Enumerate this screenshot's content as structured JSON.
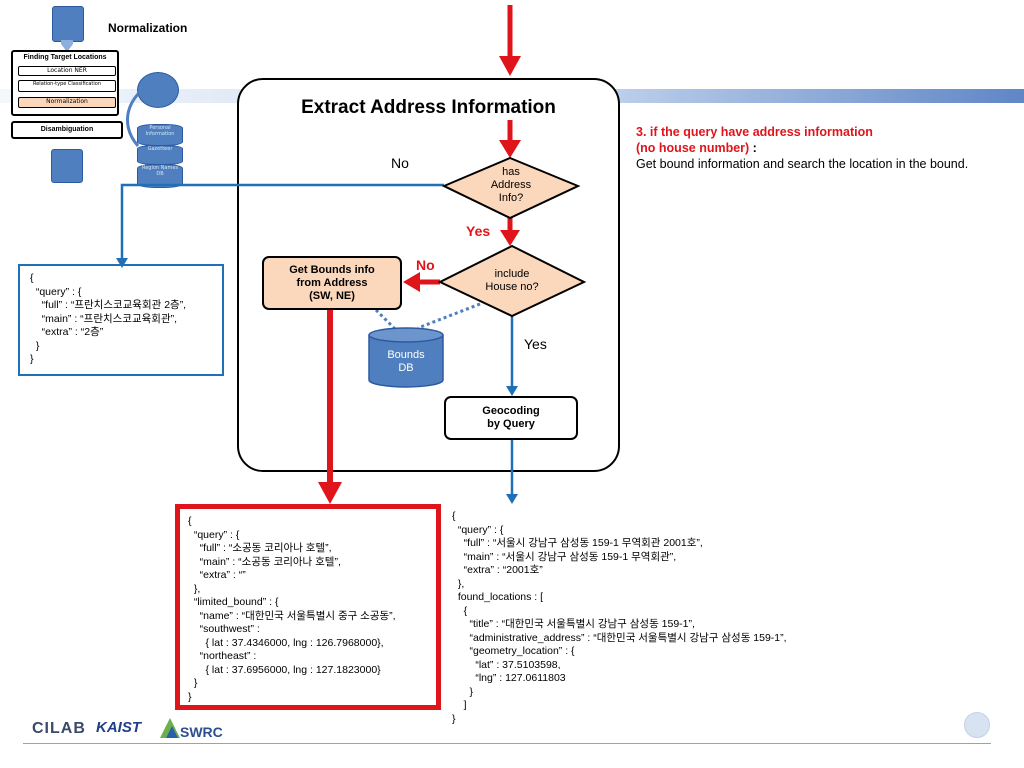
{
  "header": {
    "title": "Normalization"
  },
  "mini_pipeline": {
    "title": "Finding Target Locations",
    "items": [
      "Location NER",
      "Relation-type Classification",
      "Normalization"
    ],
    "disambiguation": "Disambiguation",
    "db_labels": [
      "Personal Information",
      "Gazetteer",
      "Region Names DB"
    ]
  },
  "panel": {
    "title": "Extract Address Information"
  },
  "flow": {
    "decision1": [
      "has",
      "Address",
      "Info?"
    ],
    "decision2": [
      "include",
      "House no?"
    ],
    "label_no_top": "No",
    "label_yes_mid": "Yes",
    "label_no_mid": "No",
    "label_yes_bottom": "Yes",
    "bounds_box": [
      "Get Bounds info",
      "from Address",
      "(SW, NE)"
    ],
    "bounds_db": [
      "Bounds",
      "DB"
    ],
    "geocoding": [
      "Geocoding",
      "by Query"
    ]
  },
  "note": {
    "heading_line1": "3. if the query have address information",
    "heading_line2": "(no house number)",
    "colon": " :",
    "body": "Get bound information and search the location in the bound."
  },
  "json_input": "{\n  “query” : {\n    “full” : “프란치스코교육회관 2층”,\n    “main” : “프란치스코교육회관”,\n    “extra” : “2층”\n  }\n}",
  "json_bounds": "{\n  “query” : {\n    “full” : “소공동 코리아나 호텔”,\n    “main” : “소공동 코리아나 호텔”,\n    “extra” : “”\n  },\n  “limited_bound” : {\n    “name” : “대한민국 서울특별시 중구 소공동”,\n    “southwest” :\n      { lat : 37.4346000, lng : 126.7968000},\n    “northeast” :\n      { lat : 37.6956000, lng : 127.1823000}\n  }\n}",
  "json_geocoding": "{\n  “query” : {\n    “full” : “서울시 강남구 삼성동 159-1 무역회관 2001호”,\n    “main” : “서울시 강남구 삼성동 159-1 무역회관”,\n    “extra” : “2001호”\n  },\n  found_locations : [\n    {\n      “title” : “대한민국 서울특별시 강남구 삼성동 159-1”,\n      “administrative_address” : “대한민국 서울특별시 강남구 삼성동 159-1”,\n      “geometry_location” : {\n        “lat” : 37.5103598,\n        “lng” : 127.0611803\n      }\n    ]\n}",
  "logos": {
    "cilab": "CILAB",
    "kaist": "KAIST",
    "swrc": "SWRC"
  },
  "colors": {
    "red": "#e0141b",
    "blue": "#2070b8",
    "orange_fill": "#fbd7bc",
    "db_blue": "#4f7fbe"
  }
}
